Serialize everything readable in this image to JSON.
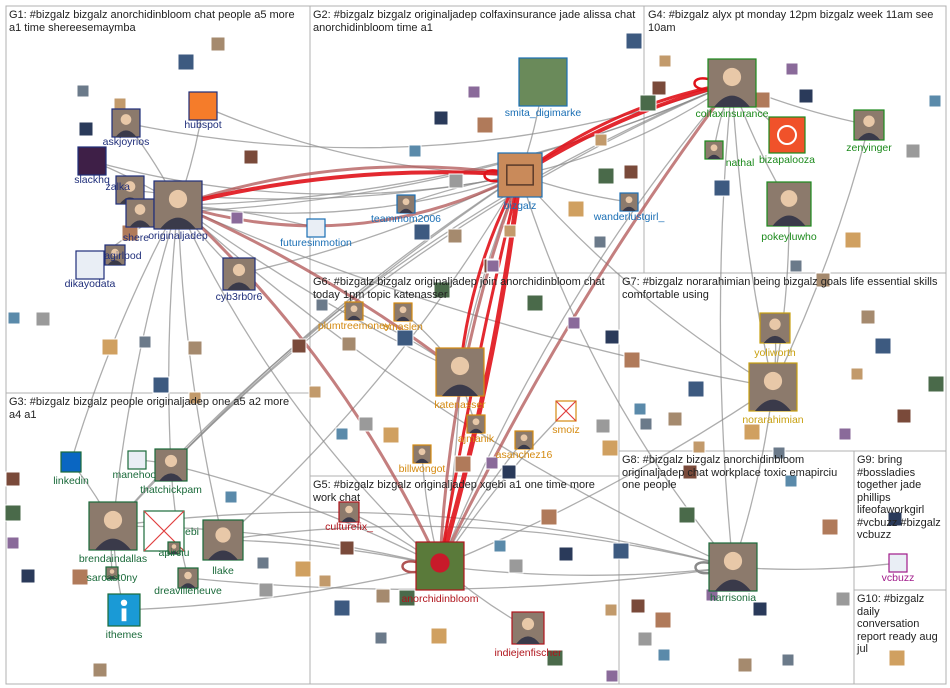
{
  "colors": {
    "edge": "#8a8a8a",
    "edge_strong": "#e0121a",
    "edge_mid": "#b05454",
    "box": "#b0b0b0",
    "g1": "#1f2e7a",
    "g2": "#1a6fb5",
    "g4": "#1c8a1c",
    "g3": "#1a6a3a",
    "g5": "#b0141c",
    "g6": "#d48a10",
    "g7": "#c8a010",
    "g8": "#1a6a3a",
    "g9": "#a01a8a",
    "g10": "#a01a8a"
  },
  "groups": [
    {
      "id": "g1",
      "title": "G1: #bizgalz bizgalz anorchidinbloom chat people a5 more a1 time shereesemaymba"
    },
    {
      "id": "g2",
      "title": "G2: #bizgalz bizgalz originaljadep colfaxinsurance jade alissa chat anorchidinbloom time a1"
    },
    {
      "id": "g4",
      "title": "G4: #bizgalz alyx pt monday 12pm bizgalz week 11am see 10am"
    },
    {
      "id": "g6",
      "title": "G6: #bizgalz bizgalz originaljadep join anorchidinbloom chat today 1pm topic katenasser"
    },
    {
      "id": "g7",
      "title": "G7: #bizgalz norarahimian being bizgalz goals life essential skills comfortable using"
    },
    {
      "id": "g3",
      "title": "G3: #bizgalz bizgalz people originaljadep one a5 a2 more a4 a1"
    },
    {
      "id": "g5",
      "title": "G5: #bizgalz bizgalz originaljadep xgebi a1 one time more work chat"
    },
    {
      "id": "g8",
      "title": "G8: #bizgalz bizgalz anorchidinbloom originaljadep chat workplace toxic emapirciu one people"
    },
    {
      "id": "g9",
      "title": "G9: bring #bossladies together jade phillips lifeofaworkgirl #vcbuzz #bizgalz vcbuzz"
    },
    {
      "id": "g10",
      "title": "G10: #bizgalz daily conversation report ready aug jul"
    }
  ],
  "nodes": [
    {
      "id": "askjoyrios",
      "label": "askjoyrios",
      "group": "g1",
      "icon": "avatar-icon"
    },
    {
      "id": "hubspot",
      "label": "hubspot",
      "group": "g1",
      "icon": "hubspot-logo-icon"
    },
    {
      "id": "slackhq",
      "label": "slackhq",
      "group": "g1",
      "icon": "slack-logo-icon"
    },
    {
      "id": "zalka",
      "label": "zalka",
      "group": "g1",
      "icon": "avatar-icon"
    },
    {
      "id": "shere",
      "label": "shere",
      "group": "g1",
      "icon": "avatar-icon"
    },
    {
      "id": "originaljadep",
      "label": "originaljadep",
      "group": "g1",
      "icon": "avatar-icon"
    },
    {
      "id": "likeagirlpod",
      "label": "likeagirlpod",
      "group": "g1",
      "icon": "avatar-icon"
    },
    {
      "id": "dikayodata",
      "label": "dikayodata",
      "group": "g1",
      "icon": "logo-icon"
    },
    {
      "id": "cyb3rb0r6",
      "label": "cyb3rb0r6",
      "group": "g1",
      "icon": "avatar-icon"
    },
    {
      "id": "futuresinmotion",
      "label": "futuresinmotion",
      "group": "g2",
      "icon": "logo-icon"
    },
    {
      "id": "smita_digimarke",
      "label": "smita_digimarke",
      "group": "g2",
      "icon": "forest-photo-icon"
    },
    {
      "id": "bizgalz",
      "label": "bizgalz",
      "group": "g2",
      "icon": "bizgalz-logo-icon"
    },
    {
      "id": "teammom2006",
      "label": "teammom2006",
      "group": "g2",
      "icon": "avatar-icon"
    },
    {
      "id": "wanderlustgirl_",
      "label": "wanderlustgirl_",
      "group": "g2",
      "icon": "avatar-icon"
    },
    {
      "id": "colfaxinsurance",
      "label": "colfaxinsurance",
      "group": "g4",
      "icon": "avatar-icon"
    },
    {
      "id": "nathal",
      "label": "nathal",
      "group": "g4",
      "icon": "avatar-icon"
    },
    {
      "id": "bizapalooza",
      "label": "bizapalooza",
      "group": "g4",
      "icon": "bizapalooza-logo-icon"
    },
    {
      "id": "zenyinger",
      "label": "zenyinger",
      "group": "g4",
      "icon": "avatar-icon"
    },
    {
      "id": "pokeyluwho",
      "label": "pokeyluwho",
      "group": "g4",
      "icon": "avatar-icon"
    },
    {
      "id": "plumtreemoney",
      "label": "plumtreemoney",
      "group": "g6",
      "icon": "avatar-icon"
    },
    {
      "id": "emaslen",
      "label": "emaslen",
      "group": "g6",
      "icon": "avatar-icon"
    },
    {
      "id": "katenasser",
      "label": "katenasser",
      "group": "g6",
      "icon": "avatar-icon"
    },
    {
      "id": "ajmanik",
      "label": "ajmanik",
      "group": "g6",
      "icon": "avatar-icon"
    },
    {
      "id": "smoiz",
      "label": "smoiz",
      "group": "g6",
      "icon": "broken-image-icon"
    },
    {
      "id": "billwongot",
      "label": "billwongot",
      "group": "g6",
      "icon": "avatar-icon"
    },
    {
      "id": "asanchez16",
      "label": "asanchez16",
      "group": "g6",
      "icon": "avatar-icon"
    },
    {
      "id": "yoliworth",
      "label": "yoliworth",
      "group": "g7",
      "icon": "avatar-icon"
    },
    {
      "id": "norarahimian",
      "label": "norarahimian",
      "group": "g7",
      "icon": "avatar-icon"
    },
    {
      "id": "linkedin",
      "label": "linkedin",
      "group": "g3",
      "icon": "linkedin-logo-icon"
    },
    {
      "id": "manehook",
      "label": "manehook",
      "group": "g3",
      "icon": "logo-icon"
    },
    {
      "id": "thatchickpam",
      "label": "thatchickpam",
      "group": "g3",
      "icon": "avatar-icon"
    },
    {
      "id": "brendaindallas",
      "label": "brendaindallas",
      "group": "g3",
      "icon": "avatar-icon"
    },
    {
      "id": "ebi",
      "label": "ebi",
      "group": "g3",
      "icon": "broken-image-icon"
    },
    {
      "id": "apirciu",
      "label": "apirciu",
      "group": "g3",
      "icon": "avatar-icon"
    },
    {
      "id": "llake",
      "label": "llake",
      "group": "g3",
      "icon": "avatar-icon"
    },
    {
      "id": "sarcast0ny",
      "label": "sarcast0ny",
      "group": "g3",
      "icon": "avatar-icon"
    },
    {
      "id": "dreavilleneuve",
      "label": "dreavilleneuve",
      "group": "g3",
      "icon": "avatar-icon"
    },
    {
      "id": "ithemes",
      "label": "ithemes",
      "group": "g3",
      "icon": "ithemes-logo-icon"
    },
    {
      "id": "culturefix_",
      "label": "culturefix_",
      "group": "g5",
      "icon": "avatar-icon"
    },
    {
      "id": "anorchidinbloom",
      "label": "anorchidinbloom",
      "group": "g5",
      "icon": "flower-photo-icon"
    },
    {
      "id": "indiejenfischer",
      "label": "indiejenfischer",
      "group": "g5",
      "icon": "avatar-icon"
    },
    {
      "id": "harrisonia",
      "label": "harrisonia",
      "group": "g8",
      "icon": "avatar-icon"
    },
    {
      "id": "vcbuzz",
      "label": "vcbuzz",
      "group": "g9",
      "icon": "logo-icon"
    }
  ]
}
